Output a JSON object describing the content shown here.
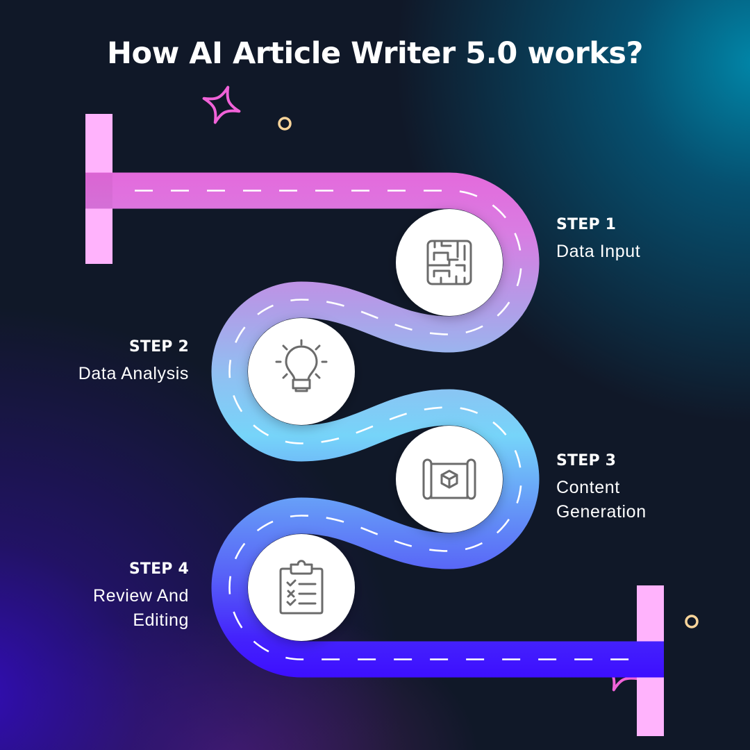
{
  "title": "How AI Article Writer 5.0 works?",
  "colors": {
    "background": "#101828",
    "road_top": "#E66BDB",
    "road_mid1": "#B39DE9",
    "road_mid2": "#78D3F8",
    "road_mid3": "#5B72F6",
    "road_bottom": "#3D10FF",
    "post": "#FFB3FC",
    "star": "#F062D8",
    "ring": "#F8D49A",
    "icon_stroke": "#6B6B6B",
    "circle_fill": "#FFFFFF"
  },
  "steps": [
    {
      "number": "STEP 1",
      "label_lines": [
        "Data Input"
      ],
      "icon": "maze-icon",
      "side": "right"
    },
    {
      "number": "STEP 2",
      "label_lines": [
        "Data Analysis"
      ],
      "icon": "lightbulb-icon",
      "side": "left"
    },
    {
      "number": "STEP 3",
      "label_lines": [
        "Content",
        "Generation"
      ],
      "icon": "blueprint-cube-icon",
      "side": "right"
    },
    {
      "number": "STEP 4",
      "label_lines": [
        "Review And",
        "Editing"
      ],
      "icon": "clipboard-checklist-icon",
      "side": "left"
    }
  ],
  "decorations": [
    "start-post",
    "end-post",
    "sparkle-star-top",
    "sparkle-star-bottom",
    "ring-top",
    "ring-bottom"
  ]
}
